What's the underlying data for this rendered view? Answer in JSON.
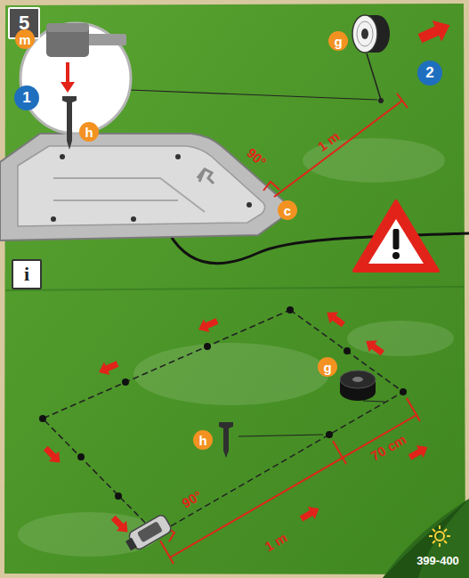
{
  "diagram": {
    "labels": [
      "5",
      "m",
      "g",
      "1",
      "2",
      "h",
      "90°",
      "1 m",
      "c",
      "i",
      "g",
      "h",
      "70 cm",
      "90°",
      "1 m",
      "399-400"
    ]
  }
}
